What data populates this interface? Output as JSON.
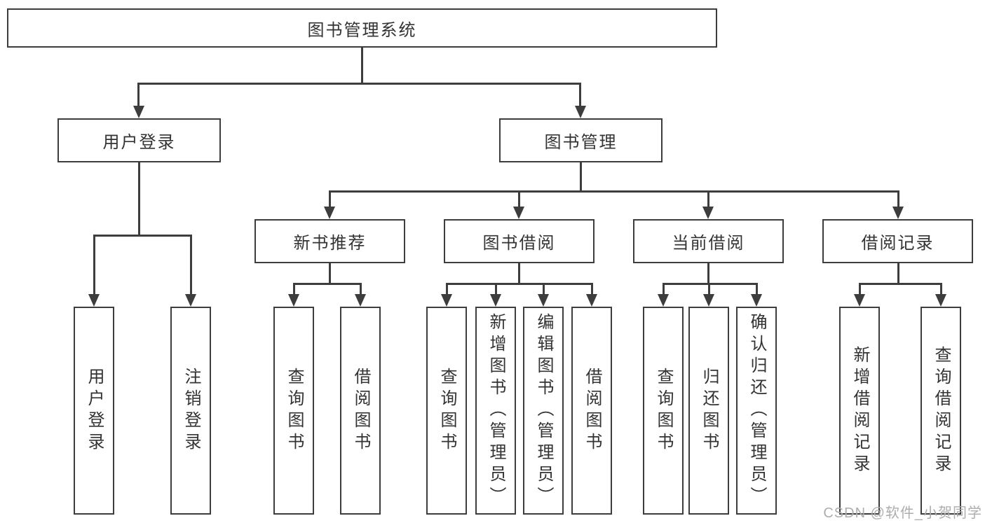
{
  "diagram": {
    "root": {
      "label": "图书管理系统"
    },
    "level2": [
      {
        "label": "用户登录"
      },
      {
        "label": "图书管理"
      }
    ],
    "level3": [
      {
        "label": "新书推荐"
      },
      {
        "label": "图书借阅"
      },
      {
        "label": "当前借阅"
      },
      {
        "label": "借阅记录"
      }
    ],
    "leaves": {
      "user_login": [
        "用户登录",
        "注销登录"
      ],
      "new_books": [
        "查询图书",
        "借阅图书"
      ],
      "book_borrow": [
        "查询图书",
        "新增图书（管理员）",
        "编辑图书（管理员）",
        "借阅图书"
      ],
      "current_borrow": [
        "查询图书",
        "归还图书",
        "确认归还（管理员）"
      ],
      "borrow_records": [
        "新增借阅记录",
        "查询借阅记录"
      ]
    }
  },
  "watermark": "CSDN @软件_小贺同学",
  "colors": {
    "line": "#3d3d3d",
    "text": "#333333",
    "background": "#ffffff",
    "watermark": "#adadad"
  }
}
